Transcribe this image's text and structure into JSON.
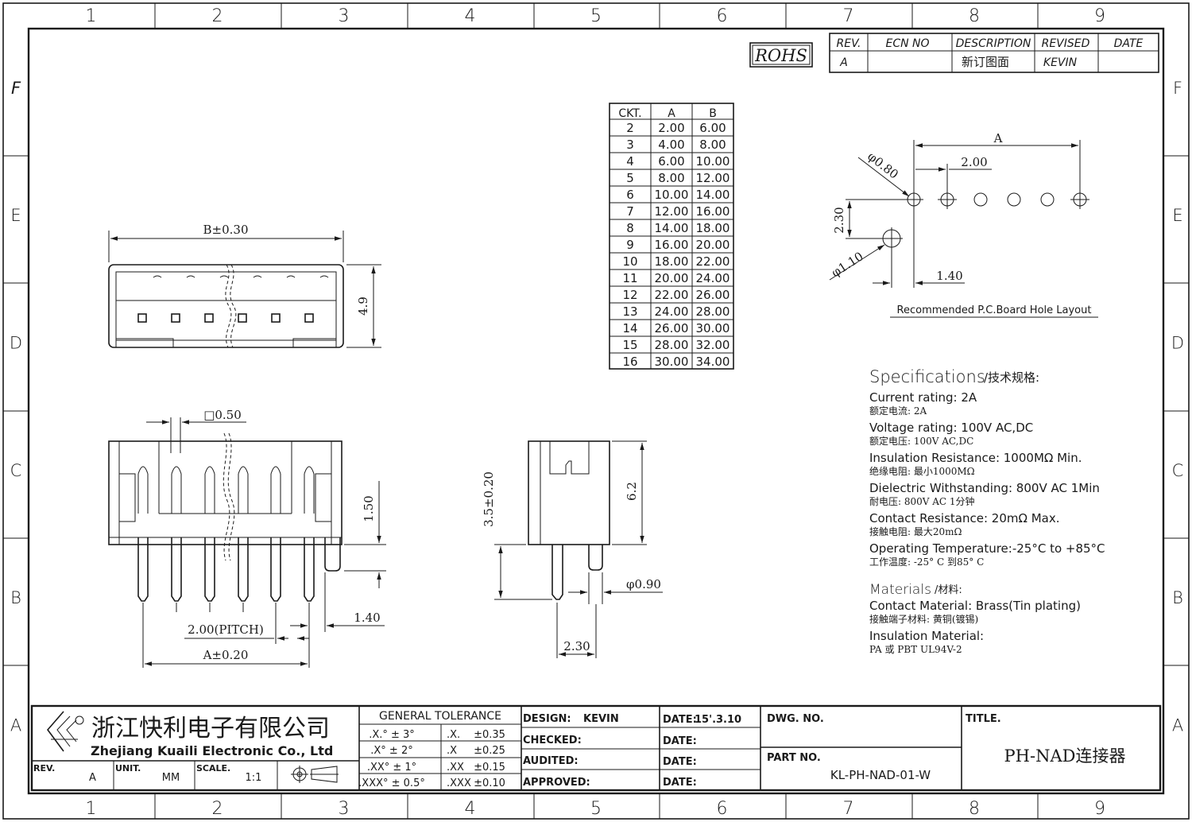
{
  "frame": {
    "columns": [
      "1",
      "2",
      "3",
      "4",
      "5",
      "6",
      "7",
      "8",
      "9"
    ],
    "rows": [
      "F",
      "E",
      "D",
      "C",
      "B",
      "A"
    ]
  },
  "rohs_label": "ROHS",
  "revision_table": {
    "headers": [
      "REV.",
      "ECN NO",
      "DESCRIPTION",
      "REVISED",
      "DATE"
    ],
    "row": [
      "A",
      "",
      "新订图面",
      "KEVIN",
      ""
    ]
  },
  "ckt_table": {
    "headers": [
      "CKT.",
      "A",
      "B"
    ],
    "rows": [
      [
        "2",
        "2.00",
        "6.00"
      ],
      [
        "3",
        "4.00",
        "8.00"
      ],
      [
        "4",
        "6.00",
        "10.00"
      ],
      [
        "5",
        "8.00",
        "12.00"
      ],
      [
        "6",
        "10.00",
        "14.00"
      ],
      [
        "7",
        "12.00",
        "16.00"
      ],
      [
        "8",
        "14.00",
        "18.00"
      ],
      [
        "9",
        "16.00",
        "20.00"
      ],
      [
        "10",
        "18.00",
        "22.00"
      ],
      [
        "11",
        "20.00",
        "24.00"
      ],
      [
        "12",
        "22.00",
        "26.00"
      ],
      [
        "13",
        "24.00",
        "28.00"
      ],
      [
        "14",
        "26.00",
        "30.00"
      ],
      [
        "15",
        "28.00",
        "32.00"
      ],
      [
        "16",
        "30.00",
        "34.00"
      ]
    ]
  },
  "pcb_layout": {
    "dim_a": "A",
    "dim_pitch": "2.00",
    "dia_small": "φ0.80",
    "dia_large": "φ1.10",
    "dim_offset_v": "2.30",
    "dim_offset_h": "1.40",
    "caption": "Recommended P.C.Board Hole Layout"
  },
  "top_view": {
    "dim_width": "B±0.30",
    "dim_height": "4.9"
  },
  "front_view": {
    "dim_pin": "□0.50",
    "dim_height": "1.50",
    "dim_offset": "1.40",
    "dim_pitch": "2.00(PITCH)",
    "dim_width": "A±0.20"
  },
  "side_view": {
    "dim_left": "3.5±0.20",
    "dim_right": "6.2",
    "dim_dia": "φ0.90",
    "dim_bottom": "2.30"
  },
  "specifications": {
    "title_en": "Specifications",
    "title_zh": "/技术规格:",
    "items": [
      {
        "en": "Current  rating:  2A",
        "zh": "额定电流: 2A"
      },
      {
        "en": "Voltage  rating:  100V  AC,DC",
        "zh": "额定电压: 100V AC,DC"
      },
      {
        "en": "Insulation  Resistance:  1000MΩ  Min.",
        "zh": "绝缘电阻: 最小1000MΩ"
      },
      {
        "en": "Dielectric  Withstanding:    800V  AC     1Min",
        "zh": "耐电压: 800V AC   1分钟"
      },
      {
        "en": "Contact  Resistance:     20mΩ  Max.",
        "zh": "接触电阻: 最大20mΩ"
      },
      {
        "en": "Operating  Temperature:-25°C  to  +85°C",
        "zh": "工作温度: -25° C 到85° C"
      }
    ]
  },
  "materials": {
    "title_en": "Materials",
    "title_zh": "/材料:",
    "items": [
      {
        "en": "Contact  Material:  Brass(Tin  plating)",
        "zh": "接触端子材料: 黄铜(镀锡)"
      },
      {
        "en": "Insulation  Material:",
        "zh": "PA 或 PBT UL94V-2"
      }
    ]
  },
  "title_block": {
    "company_zh": "浙江快利电子有限公司",
    "company_en": "Zhejiang  Kuaili  Electronic  Co.,  Ltd",
    "rev_label": "REV.",
    "rev_value": "A",
    "unit_label": "UNIT.",
    "unit_value": "MM",
    "scale_label": "SCALE.",
    "scale_value": "1:1",
    "tolerance_title": "GENERAL  TOLERANCE",
    "tolerance_rows": [
      [
        ".X.° ± 3°",
        ".X.",
        "±0.35"
      ],
      [
        ".X° ± 2°",
        ".X",
        "±0.25"
      ],
      [
        ".XX° ± 1°",
        ".XX",
        "±0.15"
      ],
      [
        ".XXX° ± 0.5°",
        ".XXX",
        "±0.10"
      ]
    ],
    "design_label": "DESIGN:",
    "design_value": "KEVIN",
    "checked_label": "CHECKED:",
    "audited_label": "AUDITED:",
    "approved_label": "APPROVED:",
    "date_label": "DATE:",
    "date_value": "15'.3.10",
    "dwg_label": "DWG.  NO.",
    "part_label": "PART  NO.",
    "part_value": "KL-PH-NAD-01-W",
    "title_label": "TITLE.",
    "title_value": "PH-NAD连接器"
  }
}
